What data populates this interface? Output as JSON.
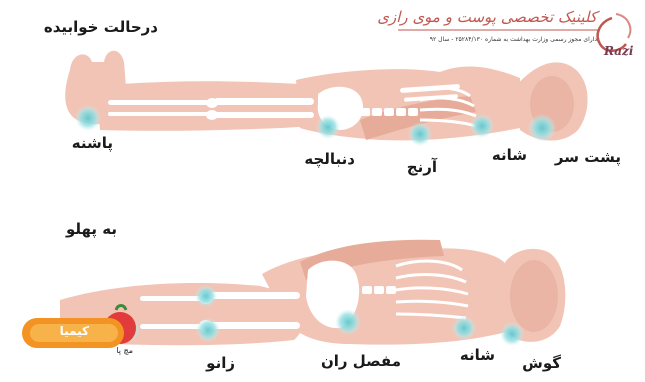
{
  "logo": {
    "title": "کلینیک تخصصی پوست و موی رازی",
    "subtitle": "دارای مجوز رسمی وزارت بهداشت به شماره ۲۵۲۸۴/۱۳۰ - سال ۹۲",
    "brand": "Razi"
  },
  "top_section": {
    "title": "درحالت خوابیده",
    "labels": {
      "back_of_head": "پشت سر",
      "shoulder": "شانه",
      "elbow": "آرنج",
      "tailbone": "دنبالچه",
      "heel": "پاشنه"
    }
  },
  "bottom_section": {
    "title": "به پهلو",
    "labels": {
      "ear": "گوش",
      "shoulder": "شانه",
      "hip_joint": "مفصل ران",
      "knee": "زانو",
      "ankle": "مچ پا"
    }
  },
  "watermark": {
    "text": "کیمیا"
  },
  "colors": {
    "body": "#f2c4b6",
    "body_dark": "#e7ab99",
    "bone": "#ffffff",
    "pressure_point": "#9ee0e3",
    "pressure_point_core": "#5cc9cf",
    "logo_accent": "#c2574f",
    "badge": "#f39323"
  }
}
